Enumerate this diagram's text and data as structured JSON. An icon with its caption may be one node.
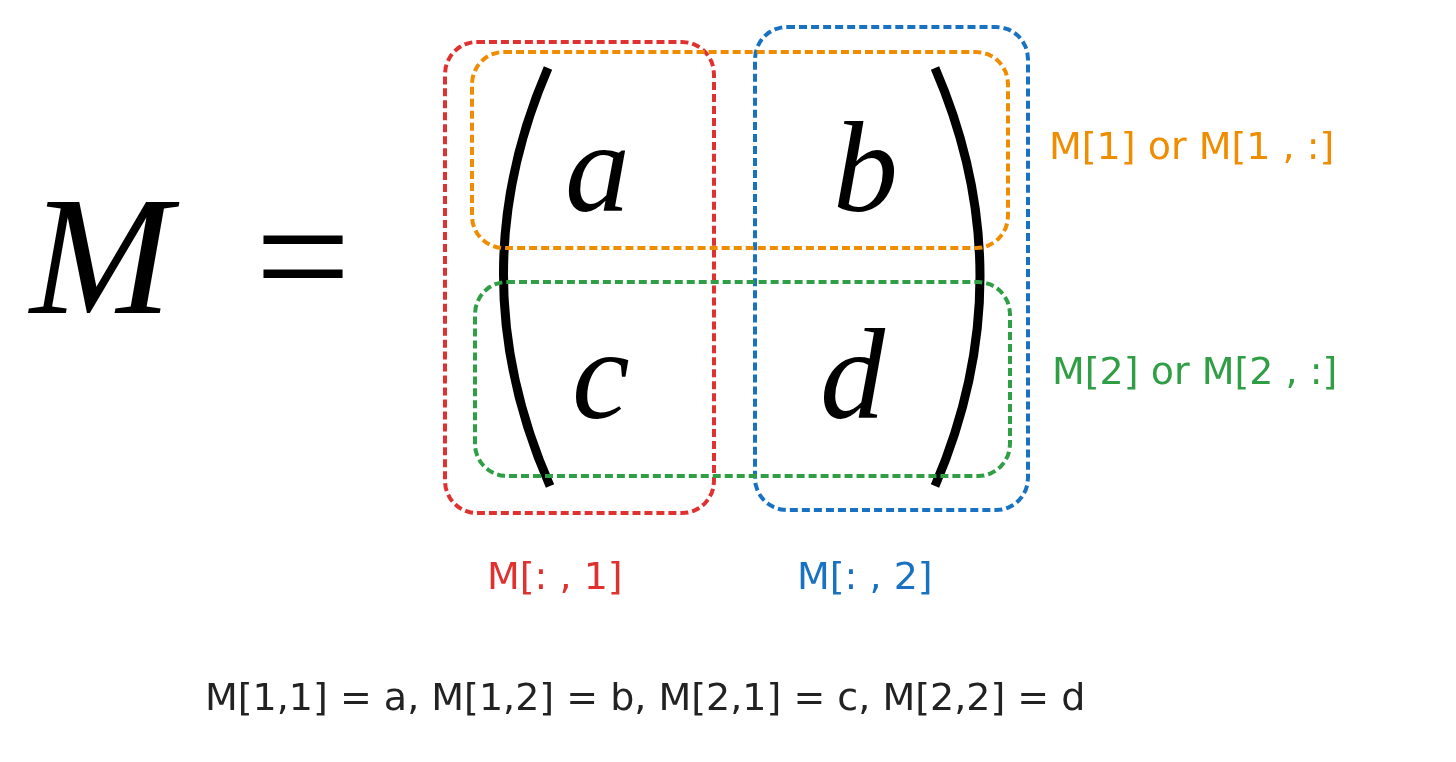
{
  "diagram": {
    "nodes": [
      {
        "text": [
          "M[: , 1]"
        ]
      },
      {
        "text": [
          "M[: , 2]"
        ]
      },
      {
        "text": [
          "M[1] or M[1 , :]"
        ]
      },
      {
        "text": [
          "M[2] or M[2 , :]"
        ]
      }
    ],
    "labels": [
      "M",
      "=",
      "a",
      "b",
      "c",
      "d",
      "M[1,1] = a, M[1,2] = b, M[2,1] = c, M[2,2] = d"
    ]
  }
}
